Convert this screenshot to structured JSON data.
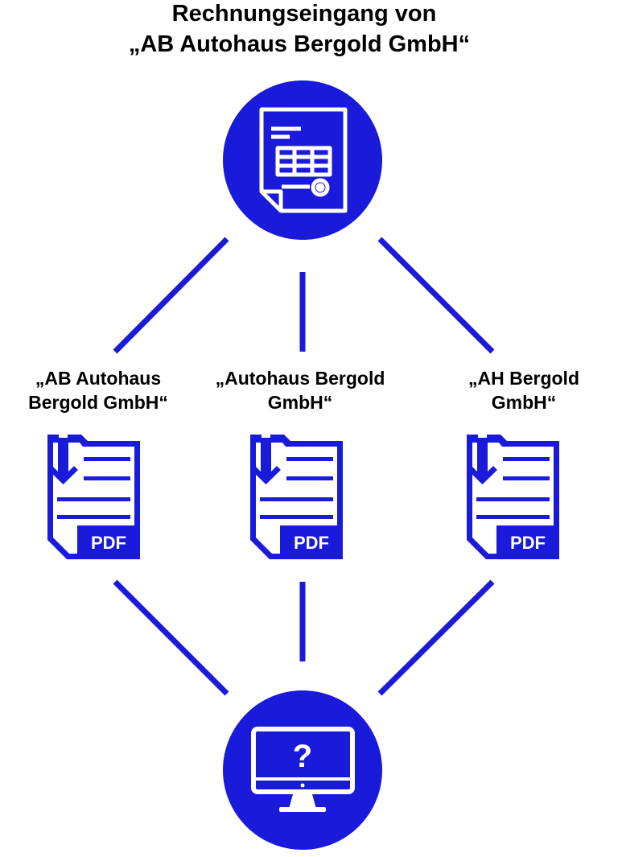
{
  "title": {
    "line1": "Rechnungseingang von",
    "line2": "„AB Autohaus Bergold GmbH“"
  },
  "colors": {
    "primary": "#1a1adb",
    "text": "#000000",
    "background": "#ffffff"
  },
  "top_node": {
    "icon": "invoice-document-icon"
  },
  "variants": [
    {
      "label_line1": "„AB Autohaus",
      "label_line2": "Bergold GmbH“",
      "icon": "pdf-download-icon",
      "file_label": "PDF"
    },
    {
      "label_line1": "„Autohaus Bergold",
      "label_line2": "GmbH“",
      "icon": "pdf-download-icon",
      "file_label": "PDF"
    },
    {
      "label_line1": "„AH Bergold",
      "label_line2": "GmbH“",
      "icon": "pdf-download-icon",
      "file_label": "PDF"
    }
  ],
  "bottom_node": {
    "icon": "computer-monitor-icon",
    "symbol": "?"
  }
}
